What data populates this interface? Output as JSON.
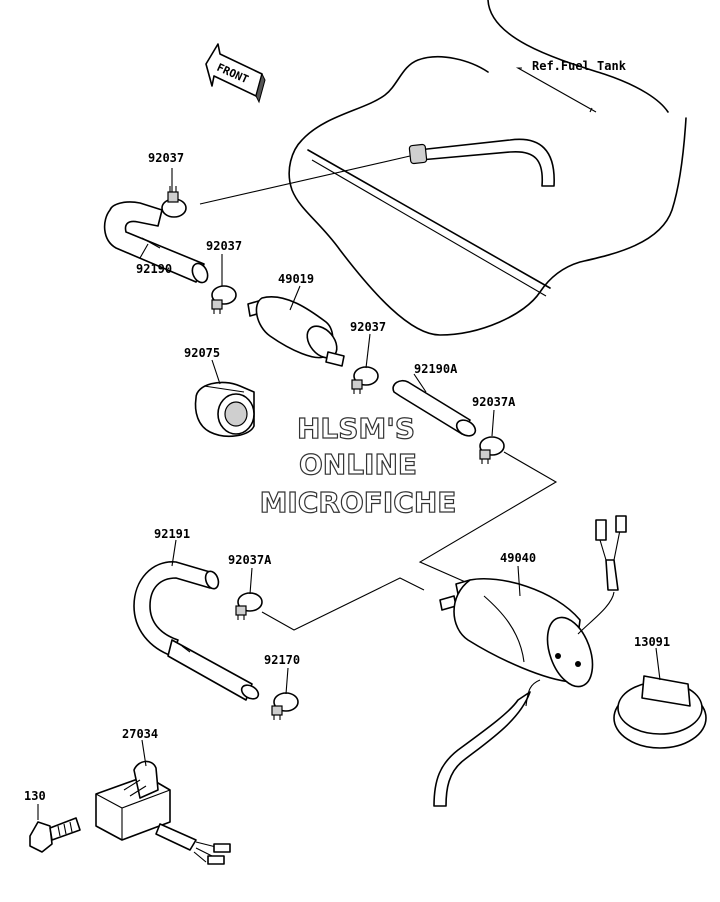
{
  "diagram": {
    "direction_label": "FRONT",
    "reference_note": "Ref.Fuel Tank",
    "watermark": {
      "line1": "HLSM'S",
      "line2": "ONLINE",
      "line3": "MICROFICHE"
    },
    "part_labels": {
      "p92037_top": "92037",
      "p92190": "92190",
      "p92037_mid": "92037",
      "p49019": "49019",
      "p92037_right": "92037",
      "p92075": "92075",
      "p92190A": "92190A",
      "p92037A_right": "92037A",
      "p92191": "92191",
      "p92037A_left": "92037A",
      "p49040": "49040",
      "p13091": "13091",
      "p92170": "92170",
      "p27034": "27034",
      "p130": "130"
    }
  }
}
